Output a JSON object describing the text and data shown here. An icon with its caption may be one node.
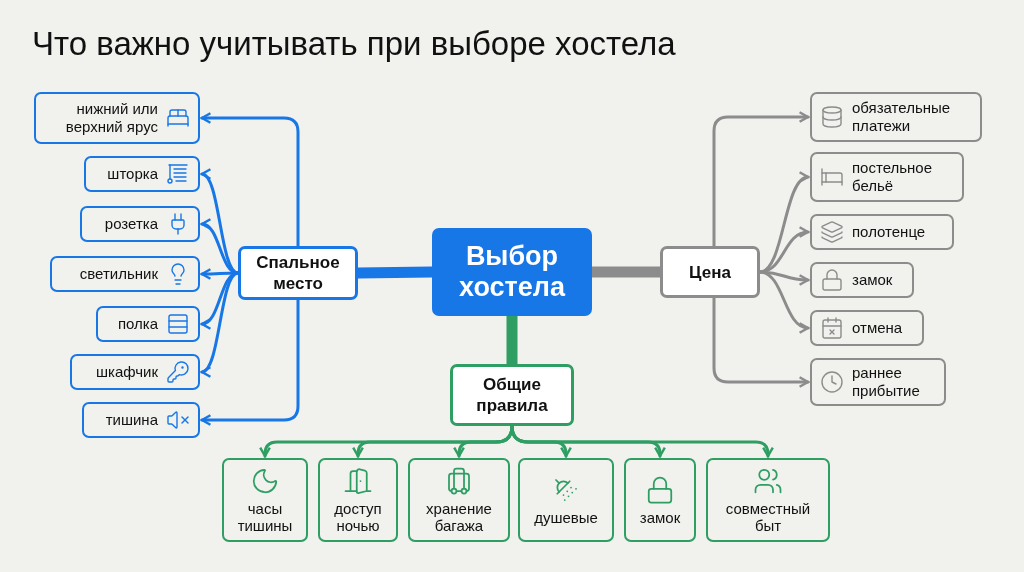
{
  "diagram": {
    "title": "Что важно учитывать при выборе хостела",
    "nodes": [
      {
        "text": [
          "Выбор хостела"
        ]
      },
      {
        "text": [
          "Спальное место"
        ]
      },
      {
        "text": [
          "Цена"
        ]
      },
      {
        "text": [
          "Общие правила"
        ]
      },
      {
        "text": [
          "нижний или верхний ярус"
        ]
      },
      {
        "text": [
          "шторка"
        ]
      },
      {
        "text": [
          "розетка"
        ]
      },
      {
        "text": [
          "светильник"
        ]
      },
      {
        "text": [
          "полка"
        ]
      },
      {
        "text": [
          "шкафчик"
        ]
      },
      {
        "text": [
          "тишина"
        ]
      },
      {
        "text": [
          "обязательные платежи"
        ]
      },
      {
        "text": [
          "постельное бельё"
        ]
      },
      {
        "text": [
          "полотенце"
        ]
      },
      {
        "text": [
          "замок"
        ]
      },
      {
        "text": [
          "отмена"
        ]
      },
      {
        "text": [
          "раннее прибытие"
        ]
      },
      {
        "text": [
          "часы тишины"
        ]
      },
      {
        "text": [
          "доступ ночью"
        ]
      },
      {
        "text": [
          "хранение багажа"
        ]
      },
      {
        "text": [
          "душевые"
        ]
      },
      {
        "text": [
          "замок"
        ]
      },
      {
        "text": [
          "совместный быт"
        ]
      }
    ],
    "edges": [
      {
        "from": 0,
        "to": 1,
        "arrow": "none",
        "style": "thick",
        "color": "#1877e6"
      },
      {
        "from": 0,
        "to": 2,
        "arrow": "none",
        "style": "thick",
        "color": "#8c8c8c"
      },
      {
        "from": 0,
        "to": 3,
        "arrow": "none",
        "style": "thick",
        "color": "#2e9e63"
      },
      {
        "from": 1,
        "to": 4,
        "arrow": "to",
        "color": "#1877e6"
      },
      {
        "from": 1,
        "to": 5,
        "arrow": "to",
        "color": "#1877e6"
      },
      {
        "from": 1,
        "to": 6,
        "arrow": "to",
        "color": "#1877e6"
      },
      {
        "from": 1,
        "to": 7,
        "arrow": "to",
        "color": "#1877e6"
      },
      {
        "from": 1,
        "to": 8,
        "arrow": "to",
        "color": "#1877e6"
      },
      {
        "from": 1,
        "to": 9,
        "arrow": "to",
        "color": "#1877e6"
      },
      {
        "from": 1,
        "to": 10,
        "arrow": "to",
        "color": "#1877e6"
      },
      {
        "from": 2,
        "to": 11,
        "arrow": "to",
        "color": "#8c8c8c"
      },
      {
        "from": 2,
        "to": 12,
        "arrow": "to",
        "color": "#8c8c8c"
      },
      {
        "from": 2,
        "to": 13,
        "arrow": "to",
        "color": "#8c8c8c"
      },
      {
        "from": 2,
        "to": 14,
        "arrow": "to",
        "color": "#8c8c8c"
      },
      {
        "from": 2,
        "to": 15,
        "arrow": "to",
        "color": "#8c8c8c"
      },
      {
        "from": 2,
        "to": 16,
        "arrow": "to",
        "color": "#8c8c8c"
      },
      {
        "from": 3,
        "to": 17,
        "arrow": "to",
        "color": "#2e9e63"
      },
      {
        "from": 3,
        "to": 18,
        "arrow": "to",
        "color": "#2e9e63"
      },
      {
        "from": 3,
        "to": 19,
        "arrow": "to",
        "color": "#2e9e63"
      },
      {
        "from": 3,
        "to": 20,
        "arrow": "to",
        "color": "#2e9e63"
      },
      {
        "from": 3,
        "to": 21,
        "arrow": "to",
        "color": "#2e9e63"
      },
      {
        "from": 3,
        "to": 22,
        "arrow": "to",
        "color": "#2e9e63"
      }
    ]
  }
}
